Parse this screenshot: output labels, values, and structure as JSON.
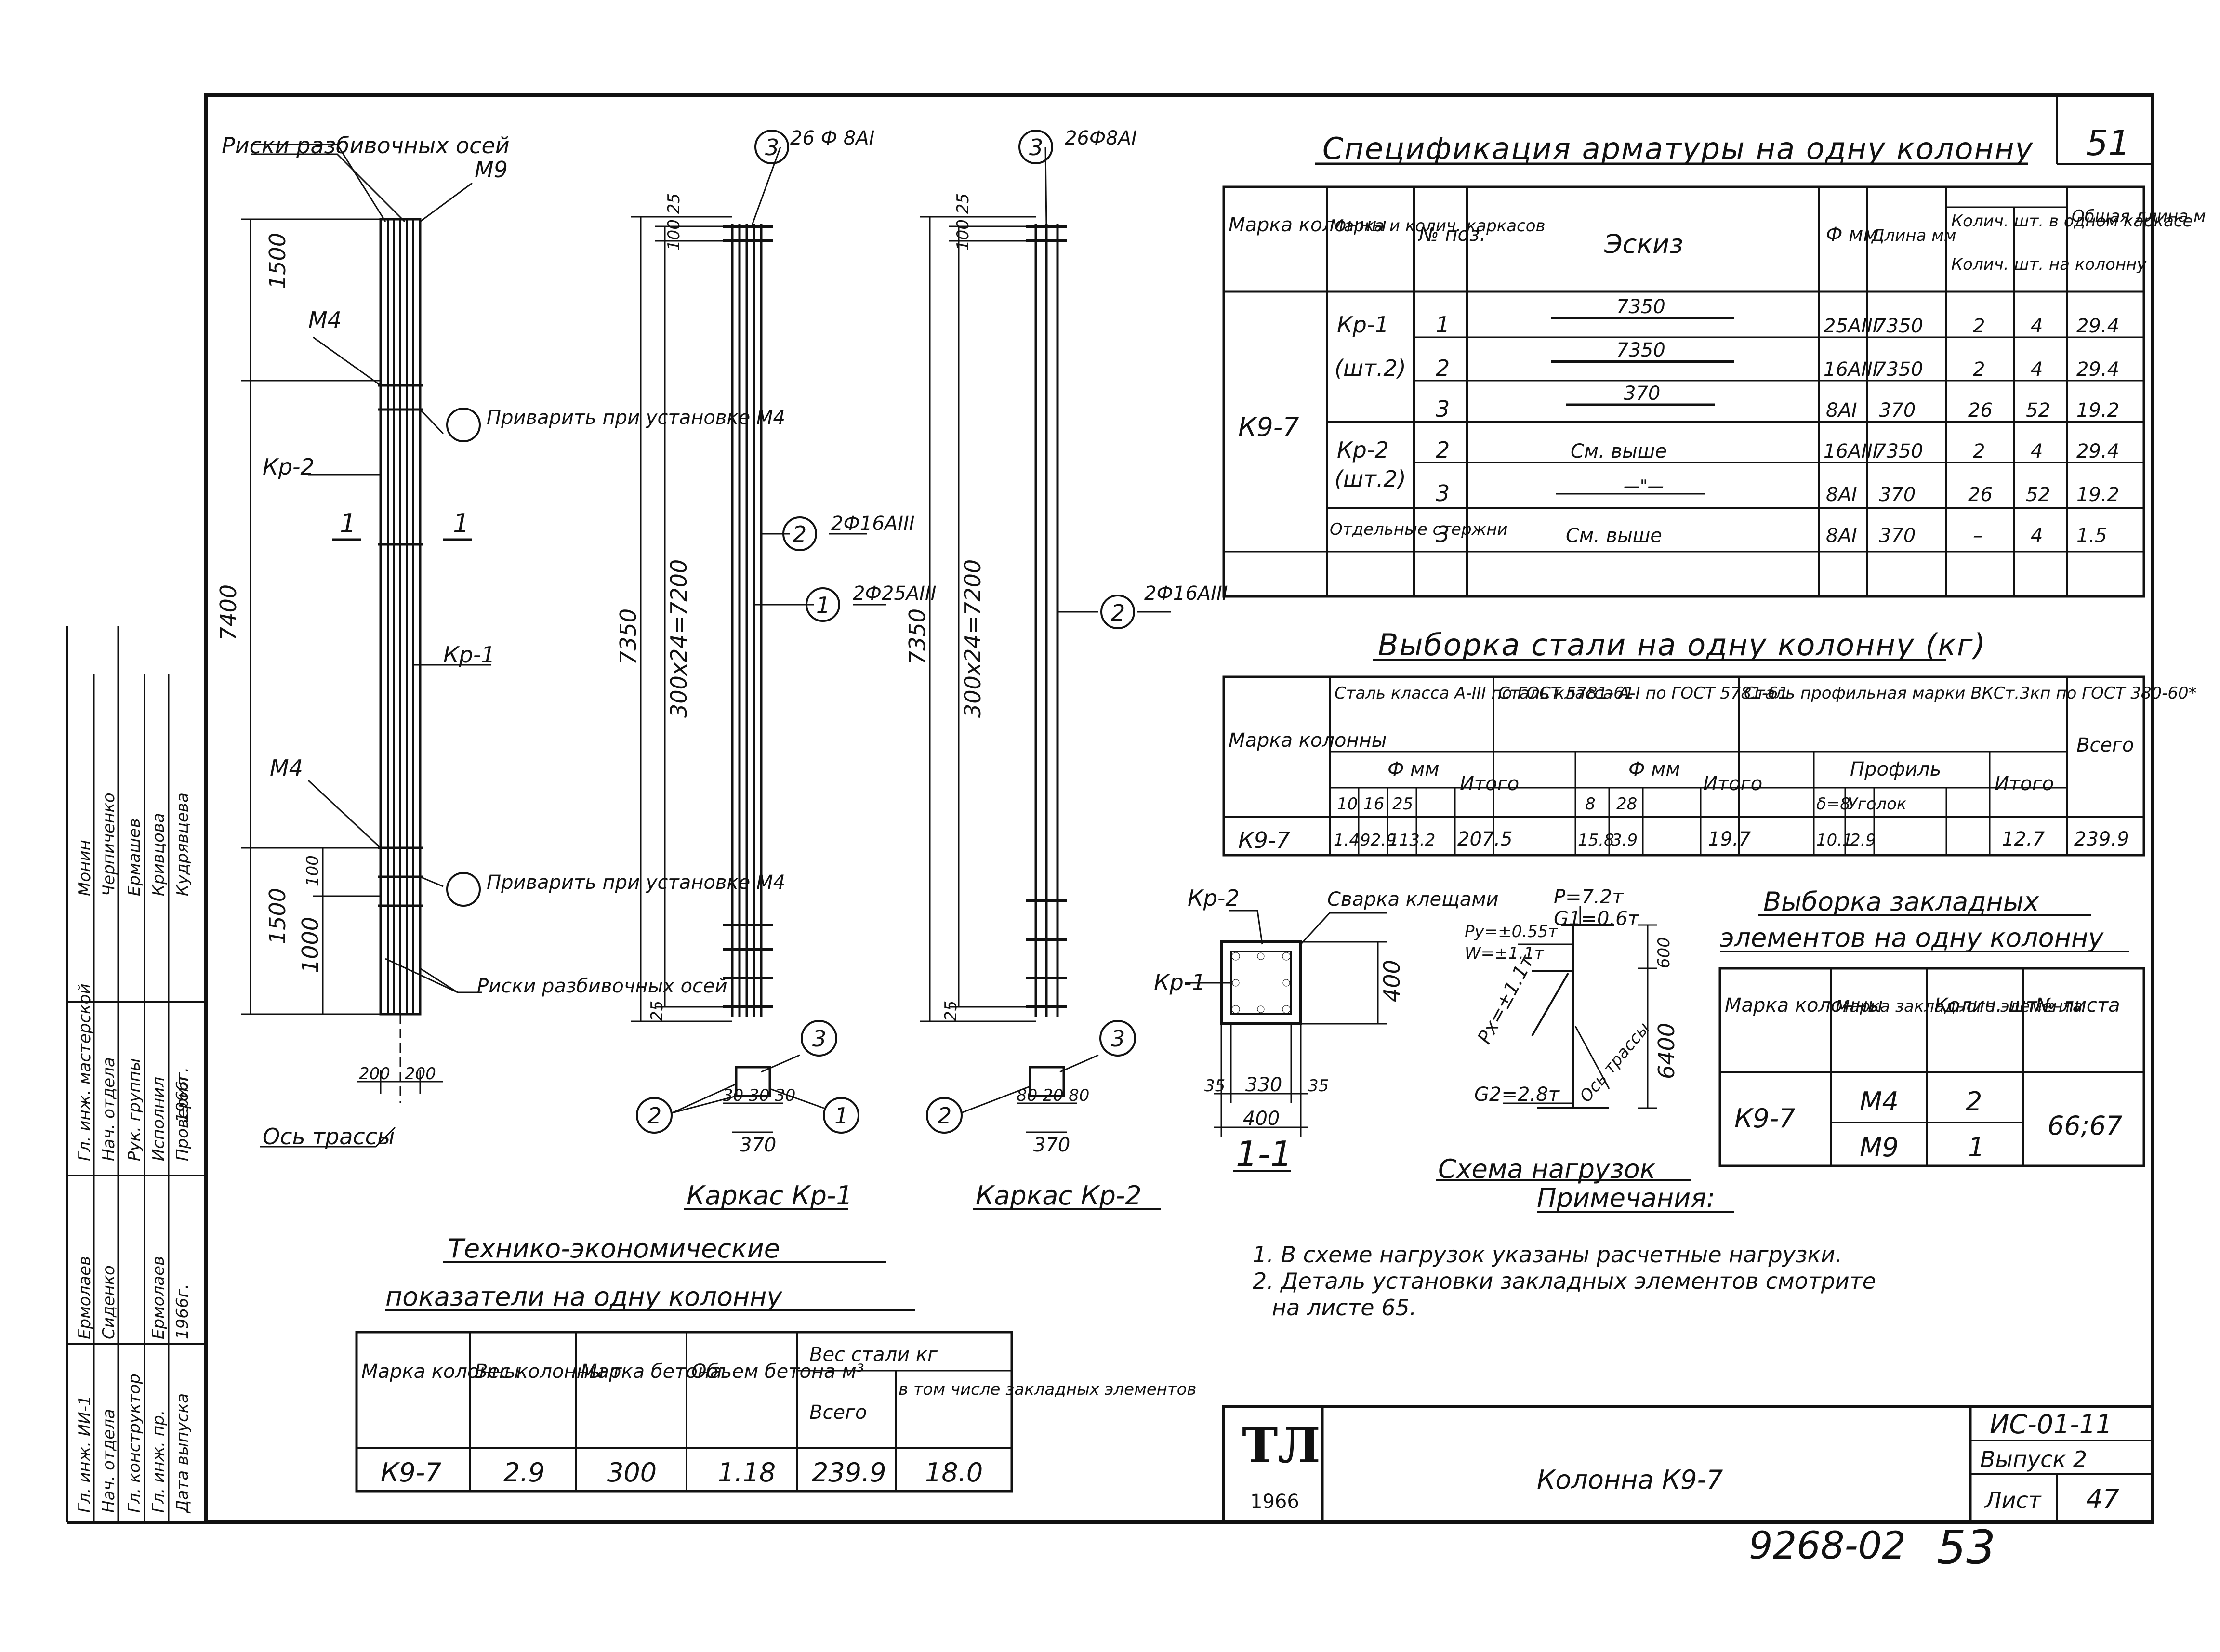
{
  "sheet": {
    "page_number": "51",
    "doc_code": "ИС-01-11",
    "issue": "Выпуск 2",
    "sheet_label": "Лист",
    "sheet_no": "47",
    "title": "Колонна К9-7",
    "stamp_logo": "ТЛ",
    "stamp_year": "1966",
    "archive_no": "9268-02",
    "archive_page": "53"
  },
  "column_drawing": {
    "risk_label_top": "Риски разбивочных осей",
    "m9": "М9",
    "dim_1500_top": "1500",
    "m4_top": "М4",
    "weld_note_1": "Приварить при установке М4",
    "kr2": "Кр-2",
    "section_mark": "1",
    "kr1": "Кр-1",
    "dim_total": "7400",
    "m4_bottom": "М4",
    "weld_note_2": "Приварить при установке М4",
    "dim_1500_bottom": "1500",
    "dim_1000": "1000",
    "dim_100": "100",
    "risk_label_bottom": "Риски разбивочных осей",
    "dim_bottom_left": "200",
    "dim_bottom_right": "200",
    "axis_label": "Ось трассы"
  },
  "frame1": {
    "pos3_label": "3",
    "pos3_spec": "26 Ф 8АI",
    "dim_top": "100 25",
    "dim_length": "7350",
    "dim_pitch": "300х24=7200",
    "pos2_label": "2",
    "pos2_spec": "2Ф16АIII",
    "pos1_label": "1",
    "pos1_spec": "2Ф25АIII",
    "dim_bottom": "25",
    "sec_dims": "30 30 30",
    "sec_width": "370",
    "title": "Каркас Кр-1"
  },
  "frame2": {
    "pos3_label": "3",
    "pos3_spec": "26Ф8АI",
    "dim_top": "100 25",
    "dim_length": "7350",
    "dim_pitch": "300х24=7200",
    "pos2_label": "2",
    "pos2_spec": "2Ф16АIII",
    "dim_bottom": "25",
    "sec_dims": "80 20 80",
    "sec_width": "370",
    "title": "Каркас Кр-2"
  },
  "section": {
    "kr2": "Кр-2",
    "kr1": "Кр-1",
    "weld": "Сварка клещами",
    "dim_height": "400",
    "dim_inner": "330",
    "dim_edge_l": "35",
    "dim_edge_r": "35",
    "dim_width": "400",
    "title": "1-1"
  },
  "loads": {
    "p": "P=7.2т",
    "g1": "G1=0.6т",
    "py": "Py=±0.55т",
    "w": "W=±1.1т",
    "px": "Px=±1.1т",
    "g2": "G2=2.8т",
    "dim_600": "600",
    "dim_6400": "6400",
    "axis": "Ось трассы",
    "title": "Схема нагрузок"
  },
  "spec_table": {
    "title": "Спецификация арматуры на одну колонну",
    "headers": [
      "Марка колонны",
      "Марка и колич. каркасов",
      "№ поз.",
      "Эскиз",
      "Ф мм",
      "Длина мм",
      "Колич. шт. в одном каркасе",
      "Колич. шт. на колонну",
      "Общая длина м"
    ],
    "column_mark": "К9-7",
    "rows": [
      {
        "frame": "Кр-1",
        "pos": "1",
        "sketch": "7350",
        "dia": "25АIII",
        "len": "7350",
        "qty1": "2",
        "qty2": "4",
        "total": "29.4"
      },
      {
        "frame": "(шт.2)",
        "pos": "2",
        "sketch": "7350",
        "dia": "16АIII",
        "len": "7350",
        "qty1": "2",
        "qty2": "4",
        "total": "29.4"
      },
      {
        "frame": "",
        "pos": "3",
        "sketch": "370",
        "dia": "8АI",
        "len": "370",
        "qty1": "26",
        "qty2": "52",
        "total": "19.2"
      },
      {
        "frame": "Кр-2",
        "pos": "2",
        "sketch": "См. выше",
        "dia": "16АIII",
        "len": "7350",
        "qty1": "2",
        "qty2": "4",
        "total": "29.4"
      },
      {
        "frame": "(шт.2)",
        "pos": "3",
        "sketch": "—\"—",
        "dia": "8АI",
        "len": "370",
        "qty1": "26",
        "qty2": "52",
        "total": "19.2"
      },
      {
        "frame": "Отдельные стержни",
        "pos": "3",
        "sketch": "См. выше",
        "dia": "8АI",
        "len": "370",
        "qty1": "–",
        "qty2": "4",
        "total": "1.5"
      }
    ]
  },
  "steel_table": {
    "title": "Выборка стали на одну колонну (кг)",
    "h_mark": "Марка колонны",
    "h_a3": "Сталь класса А-III по ГОСТ 5781-61",
    "h_a1": "Сталь класса А-I по ГОСТ 5781-61",
    "h_prof": "Сталь профильная марки ВКСт.3кп по ГОСТ 380-60*",
    "h_total": "Всего",
    "h_dia": "Ф мм",
    "h_profile": "Профиль",
    "h_itogo": "Итого",
    "d_a3": [
      "10",
      "16",
      "25"
    ],
    "d_a1": [
      "8",
      "28"
    ],
    "d_prof": [
      "δ=8",
      "Уголок"
    ],
    "row": {
      "mark": "К9-7",
      "a3": [
        "1.4",
        "92.9",
        "113.2"
      ],
      "a3_total": "207.5",
      "a1": [
        "15.8",
        "3.9"
      ],
      "a1_total": "19.7",
      "prof": [
        "10.1",
        "2.9"
      ],
      "prof_total": "12.7",
      "total": "239.9"
    }
  },
  "embedded_table": {
    "title_1": "Выборка закладных",
    "title_2": "элементов на одну колонну",
    "headers": [
      "Марка колонны",
      "Марка закладного элемента",
      "Колич. шт.",
      "№ листа"
    ],
    "mark": "К9-7",
    "rows": [
      {
        "el": "М4",
        "qty": "2"
      },
      {
        "el": "М9",
        "qty": "1"
      }
    ],
    "sheets": "66;67"
  },
  "tech_table": {
    "title_1": "Технико-экономические",
    "title_2": "показатели на одну колонну",
    "h_mark": "Марка колонны",
    "h_weight": "Вес колонны т",
    "h_concrete": "Марка бетона",
    "h_volume": "Объем бетона м³",
    "h_steel": "Вес стали кг",
    "h_total": "Всего",
    "h_incl": "в том числе закладных элементов",
    "row": {
      "mark": "К9-7",
      "weight": "2.9",
      "concrete": "300",
      "volume": "1.18",
      "steel": "239.9",
      "embedded": "18.0"
    }
  },
  "notes": {
    "title": "Примечания:",
    "n1": "1. В схеме нагрузок указаны расчетные нагрузки.",
    "n2": "2. Деталь установки закладных элементов смотрите",
    "n2b": "на листе 65."
  },
  "side_stamp": {
    "roles": [
      "Гл. инж. мастерской",
      "Нач. отдела",
      "Рук. группы",
      "Исполнил",
      "Проверил",
      "Дата выпуска"
    ],
    "names": [
      "Монин",
      "Черпиченко",
      "Ермашев",
      "Кривцова",
      "Кудрявцева",
      "1966г."
    ],
    "extra": [
      "Гл. инж. ИИ-1",
      "Нач. отдела",
      "Гл. конструктор",
      "Гл. инж. пр.",
      "Дата выпуска"
    ],
    "extra_names": [
      "Ермолаев",
      "Сиденко",
      "Ермолаев",
      "1966г."
    ]
  }
}
